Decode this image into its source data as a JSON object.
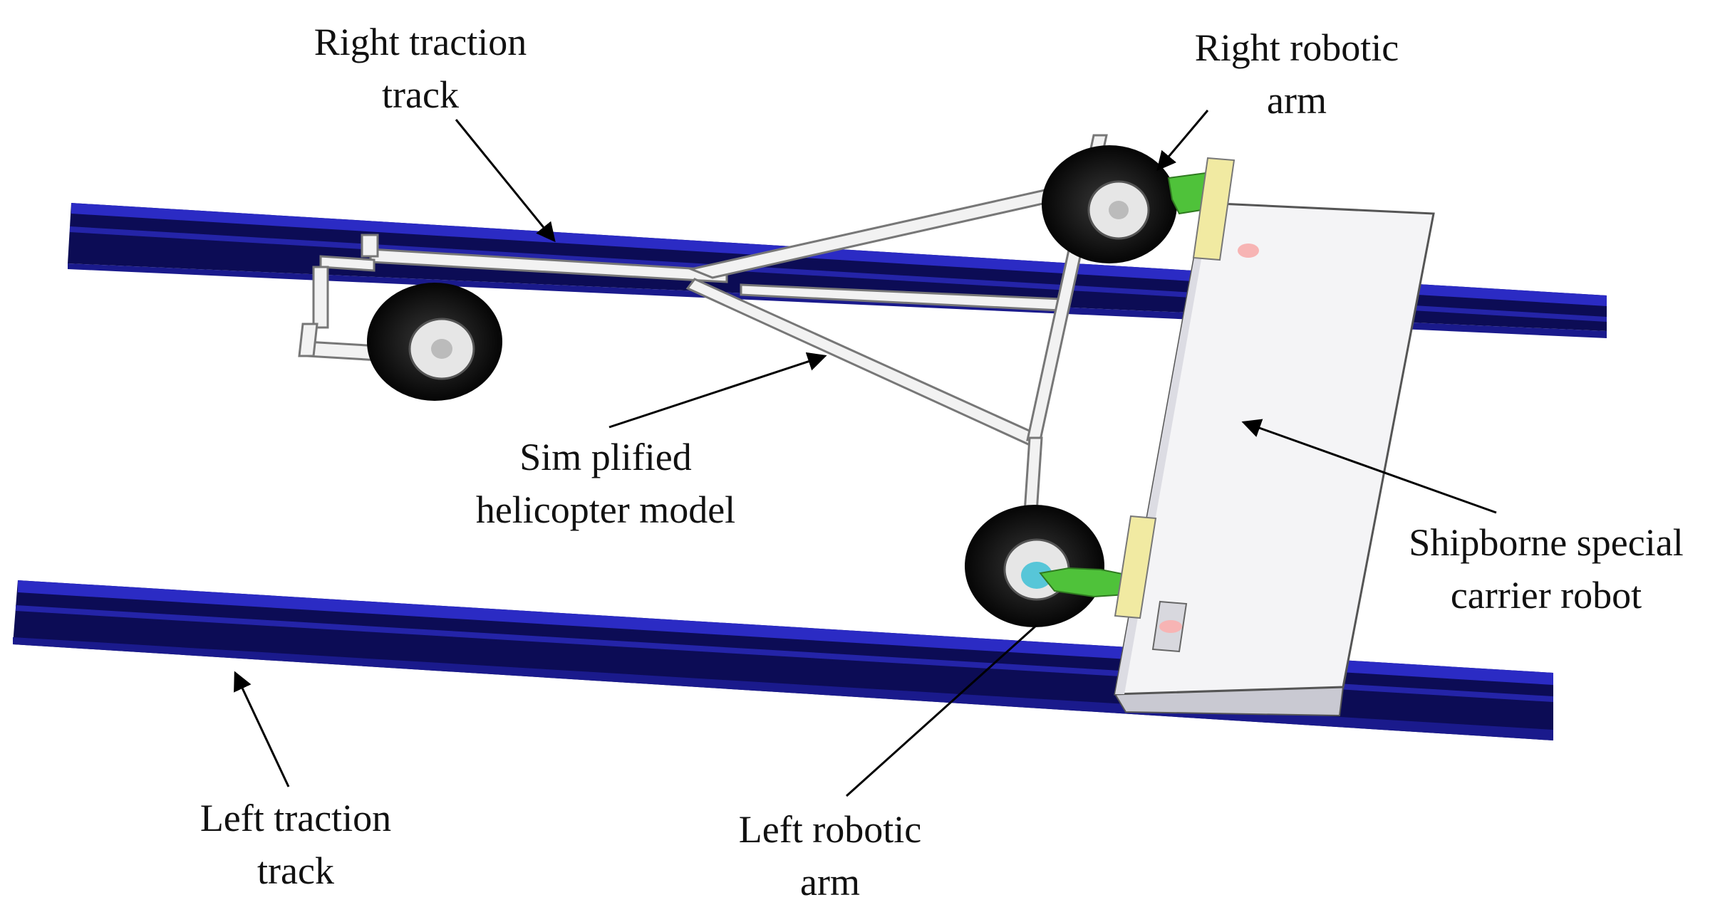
{
  "figure": {
    "labels": {
      "right_traction_track": [
        "Right traction",
        "track"
      ],
      "right_robotic_arm": [
        "Right robotic",
        "arm"
      ],
      "simplified_helicopter_model": [
        "Sim plified",
        "helicopter model"
      ],
      "shipborne_special_carrier_robot": [
        "Shipborne special",
        "carrier robot"
      ],
      "left_traction_track": [
        "Left traction",
        "track"
      ],
      "left_robotic_arm": [
        "Left robotic",
        "arm"
      ]
    },
    "colors": {
      "track": "#1a1a8c",
      "track_dark": "#0c0c55",
      "track_light": "#2b2bc4",
      "platform": "#f4f4f6",
      "platform_side": "#c9c9d2",
      "arm_green": "#4fc23a",
      "clamp_yellow": "#f1eaa2",
      "tire": "#111111",
      "frame": "#f2f2f2",
      "marker_pink": "#f7b4b4",
      "hub_cyan": "#57c6d8"
    }
  }
}
